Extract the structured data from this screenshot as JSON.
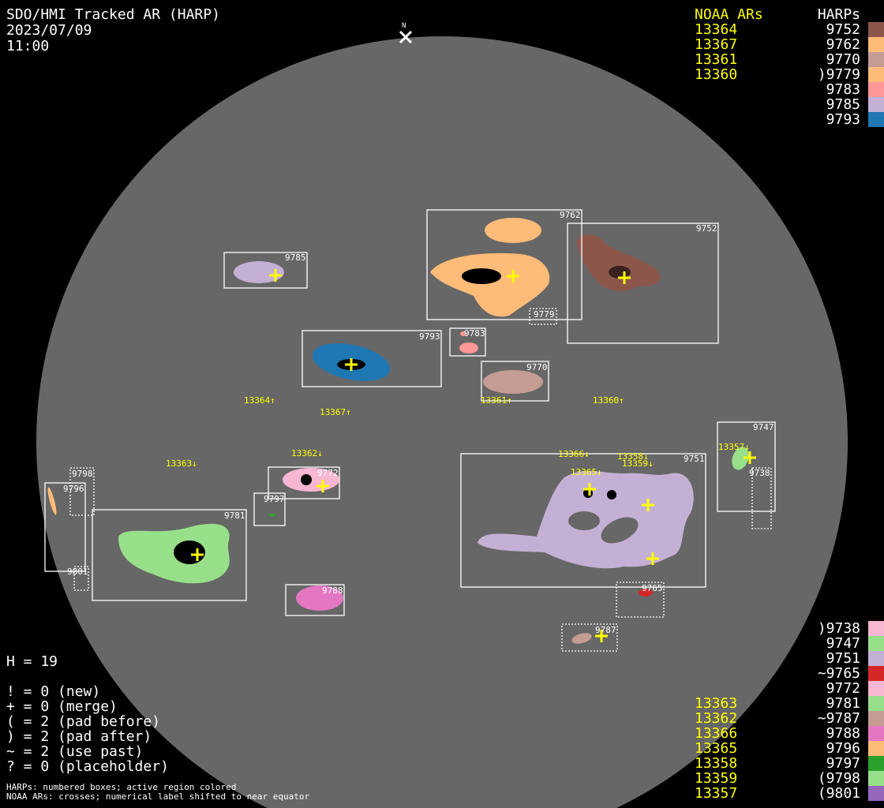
{
  "header": {
    "title": "SDO/HMI Tracked AR (HARP)",
    "date": "2023/07/09",
    "time": "11:00",
    "north": "N"
  },
  "legend_top": {
    "noaa_header": "NOAA ARs",
    "harp_header": "HARPs",
    "rows": [
      {
        "noaa": "13364",
        "harp": "9752",
        "color": "#8c564b"
      },
      {
        "noaa": "13367",
        "harp": "9762",
        "color": "#ffbb78"
      },
      {
        "noaa": "13361",
        "harp": "9770",
        "color": "#c49c94"
      },
      {
        "noaa": "13360",
        "harp": ")9779",
        "color": "#ffbb78"
      },
      {
        "noaa": "",
        "harp": "9783",
        "color": "#ff9896"
      },
      {
        "noaa": "",
        "harp": "9785",
        "color": "#c5b0d5"
      },
      {
        "noaa": "",
        "harp": "9793",
        "color": "#1f77b4"
      }
    ]
  },
  "legend_bottom": {
    "rows": [
      {
        "noaa": "",
        "harp": ")9738",
        "color": "#f7b6d2"
      },
      {
        "noaa": "",
        "harp": "9747",
        "color": "#98df8a"
      },
      {
        "noaa": "",
        "harp": "9751",
        "color": "#c5b0d5"
      },
      {
        "noaa": "",
        "harp": "~9765",
        "color": "#d62728"
      },
      {
        "noaa": "",
        "harp": "9772",
        "color": "#f7b6d2"
      },
      {
        "noaa": "13363",
        "harp": "9781",
        "color": "#98df8a"
      },
      {
        "noaa": "13362",
        "harp": "~9787",
        "color": "#c49c94"
      },
      {
        "noaa": "13366",
        "harp": "9788",
        "color": "#e377c2"
      },
      {
        "noaa": "13365",
        "harp": "9796",
        "color": "#ffbb78"
      },
      {
        "noaa": "13358",
        "harp": "9797",
        "color": "#2ca02c"
      },
      {
        "noaa": "13359",
        "harp": "(9798",
        "color": "#98df8a"
      },
      {
        "noaa": "13357",
        "harp": "(9801",
        "color": "#9467bd"
      }
    ]
  },
  "stats": {
    "h": "H = 19",
    "lines": [
      "! = 0 (new)",
      "+ = 0 (merge)",
      "( = 2 (pad before)",
      ") = 2 (pad after)",
      "~ = 2 (use past)",
      "? = 0 (placeholder)"
    ]
  },
  "footer": {
    "line1": "HARPs: numbered boxes; active region colored",
    "line2": "NOAA ARs: crosses; numerical label shifted to near equator"
  },
  "harp_labels": {
    "h9762": "9762",
    "h9752": "9752",
    "h9779": "9779",
    "h9785": "9785",
    "h9793": "9793",
    "h9783": "9783",
    "h9770": "9770",
    "h9751": "9751",
    "h9747": "9747",
    "h9738": "9738",
    "h9772": "9772",
    "h9797": "9797",
    "h9781": "9781",
    "h9796": "9796",
    "h9798": "9798",
    "h9801": "9801",
    "h9788": "9788",
    "h9765": "9765",
    "h9787": "9787"
  },
  "noaa_labels": {
    "n13364": "13364↑",
    "n13367": "13367↑",
    "n13361": "13361↑",
    "n13360": "13360↑",
    "n13363": "13363↓",
    "n13362": "13362↓",
    "n13366": "13366↓",
    "n13358": "13358↓",
    "n13359": "13359↓",
    "n13365": "13365↓",
    "n13357": "13357↓"
  }
}
